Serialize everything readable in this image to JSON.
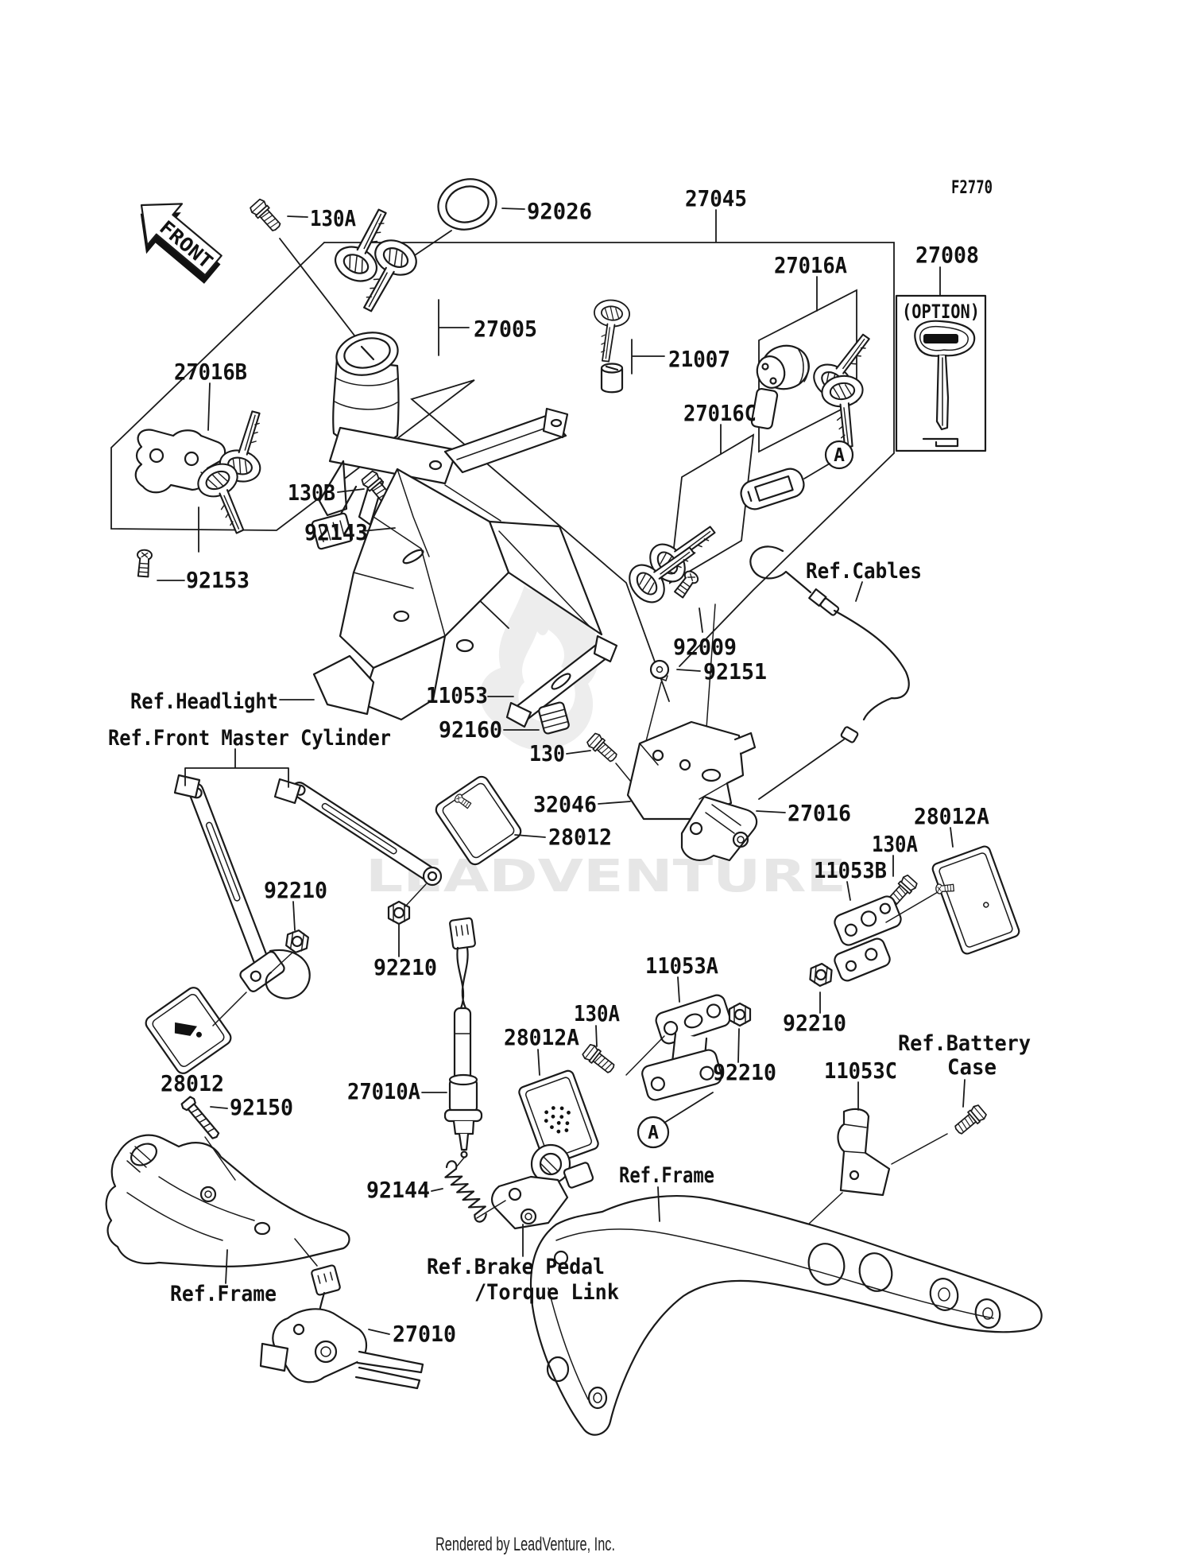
{
  "figure": {
    "code": "F2770",
    "watermark": "LEADVENTURE",
    "footer": "Rendered by LeadVenture, Inc.",
    "front_label": "FRONT",
    "option_label": "(OPTION)",
    "detail_marker": "A"
  },
  "parts": [
    {
      "id": "130A-top",
      "label": "130A"
    },
    {
      "id": "92026",
      "label": "92026"
    },
    {
      "id": "27045",
      "label": "27045"
    },
    {
      "id": "27005",
      "label": "27005"
    },
    {
      "id": "21007",
      "label": "21007"
    },
    {
      "id": "27016A",
      "label": "27016A"
    },
    {
      "id": "27008",
      "label": "27008"
    },
    {
      "id": "27016B",
      "label": "27016B"
    },
    {
      "id": "27016C",
      "label": "27016C"
    },
    {
      "id": "130B",
      "label": "130B"
    },
    {
      "id": "92143",
      "label": "92143"
    },
    {
      "id": "92153",
      "label": "92153"
    },
    {
      "id": "92009",
      "label": "92009"
    },
    {
      "id": "92151",
      "label": "92151"
    },
    {
      "id": "11053",
      "label": "11053"
    },
    {
      "id": "92160",
      "label": "92160"
    },
    {
      "id": "130",
      "label": "130"
    },
    {
      "id": "32046",
      "label": "32046"
    },
    {
      "id": "27016",
      "label": "27016"
    },
    {
      "id": "28012-center",
      "label": "28012"
    },
    {
      "id": "92210-stay-left",
      "label": "92210"
    },
    {
      "id": "92210-stay-right",
      "label": "92210"
    },
    {
      "id": "28012A-right",
      "label": "28012A"
    },
    {
      "id": "130A-right",
      "label": "130A"
    },
    {
      "id": "11053B",
      "label": "11053B"
    },
    {
      "id": "92210-right",
      "label": "92210"
    },
    {
      "id": "11053A",
      "label": "11053A"
    },
    {
      "id": "130A-bottom",
      "label": "130A"
    },
    {
      "id": "28012A-center",
      "label": "28012A"
    },
    {
      "id": "92210-center",
      "label": "92210"
    },
    {
      "id": "11053C",
      "label": "11053C"
    },
    {
      "id": "28012-left",
      "label": "28012"
    },
    {
      "id": "92150",
      "label": "92150"
    },
    {
      "id": "27010A",
      "label": "27010A"
    },
    {
      "id": "92144",
      "label": "92144"
    },
    {
      "id": "27010",
      "label": "27010"
    }
  ],
  "refs": [
    {
      "id": "cables",
      "label": "Ref.Cables"
    },
    {
      "id": "headlight",
      "label": "Ref.Headlight"
    },
    {
      "id": "front-mc",
      "label": "Ref.Front Master Cylinder"
    },
    {
      "id": "battery-case",
      "label": "Ref.Battery",
      "label2": "Case"
    },
    {
      "id": "frame-right",
      "label": "Ref.Frame"
    },
    {
      "id": "brake-pedal",
      "label": "Ref.Brake Pedal",
      "label2": "/Torque Link"
    },
    {
      "id": "frame-left",
      "label": "Ref.Frame"
    }
  ]
}
